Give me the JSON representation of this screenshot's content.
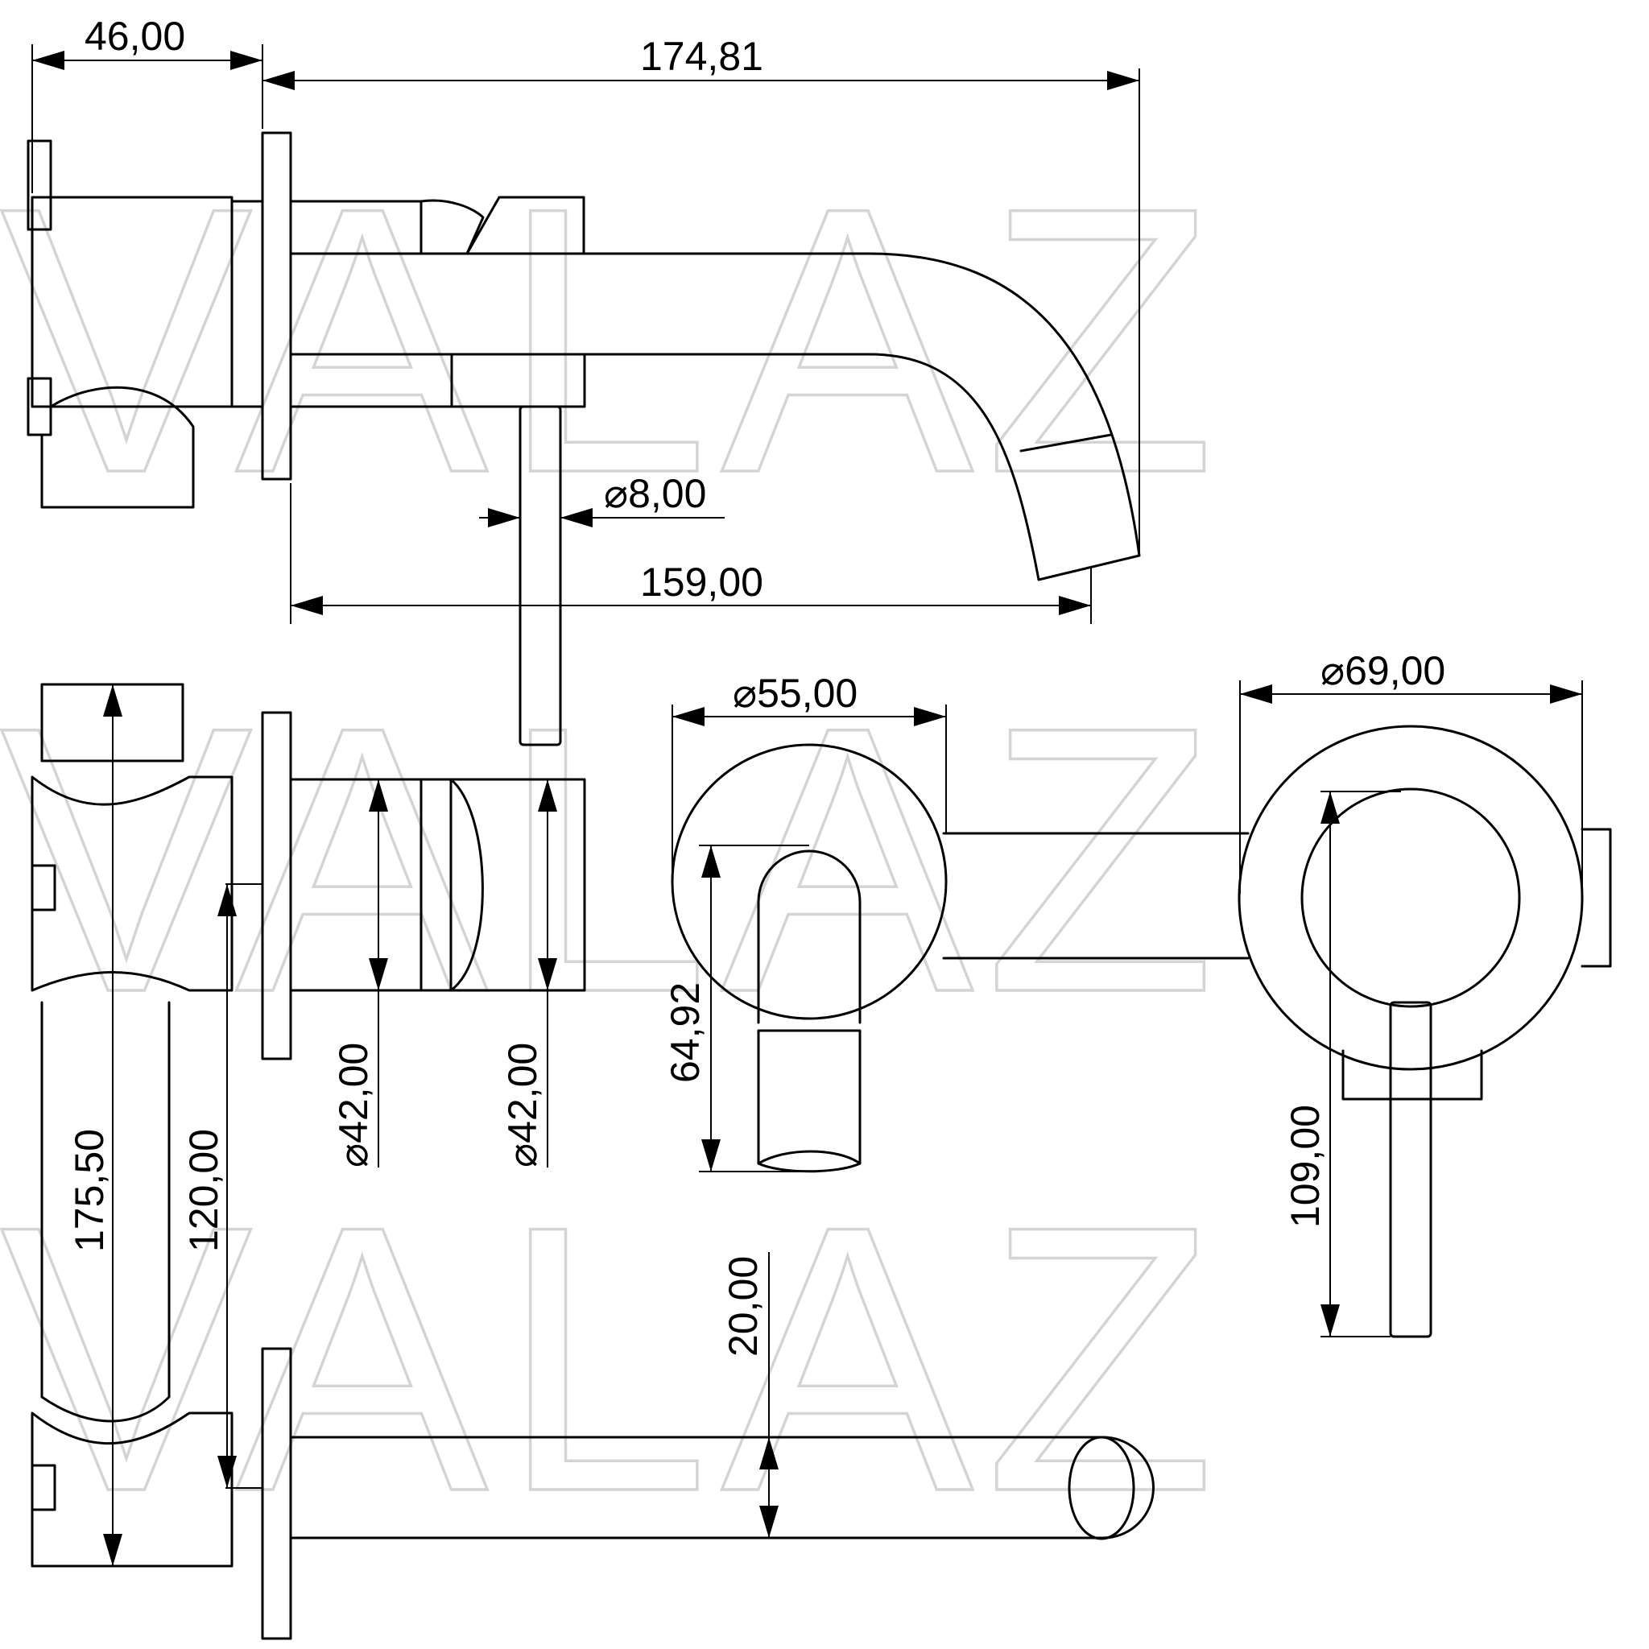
{
  "watermark": {
    "text": "VALAZ"
  },
  "dimensions": {
    "width_body": "46,00",
    "total_projection": "174,81",
    "lever_diameter": "⌀8,00",
    "spout_projection": "159,00",
    "rosette_small": "⌀55,00",
    "rosette_large": "⌀69,00",
    "spout_diameter_1": "⌀42,00",
    "spout_diameter_2": "⌀42,00",
    "spout_height": "64,92",
    "body_height": "175,50",
    "center_distance": "120,00",
    "lever_length": "109,00",
    "spout_thickness": "20,00"
  },
  "colors": {
    "line": "#000000",
    "watermark": "#d4d4d4",
    "background": "#ffffff"
  }
}
